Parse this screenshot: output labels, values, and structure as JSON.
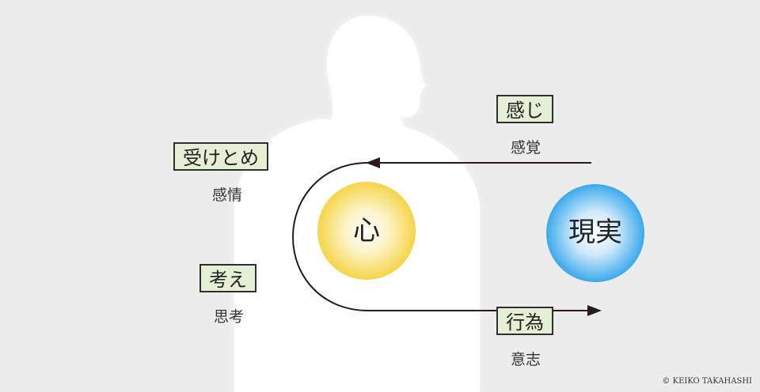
{
  "labels": {
    "feel": {
      "main": "感じ",
      "sub": "感覚"
    },
    "accept": {
      "main": "受けとめ",
      "sub": "感情"
    },
    "think": {
      "main": "考え",
      "sub": "思考"
    },
    "act": {
      "main": "行為",
      "sub": "意志"
    }
  },
  "circles": {
    "heart": {
      "text": "心",
      "color": "#f5d548"
    },
    "reality": {
      "text": "現実",
      "color": "#3aa9ec"
    }
  },
  "copyright": "© KEIKO TAKAHASHI",
  "colors": {
    "background": "#ececec",
    "silhouette": "#ffffff",
    "label_fill": "#e4efd6",
    "arrow": "#2a1a1a"
  }
}
